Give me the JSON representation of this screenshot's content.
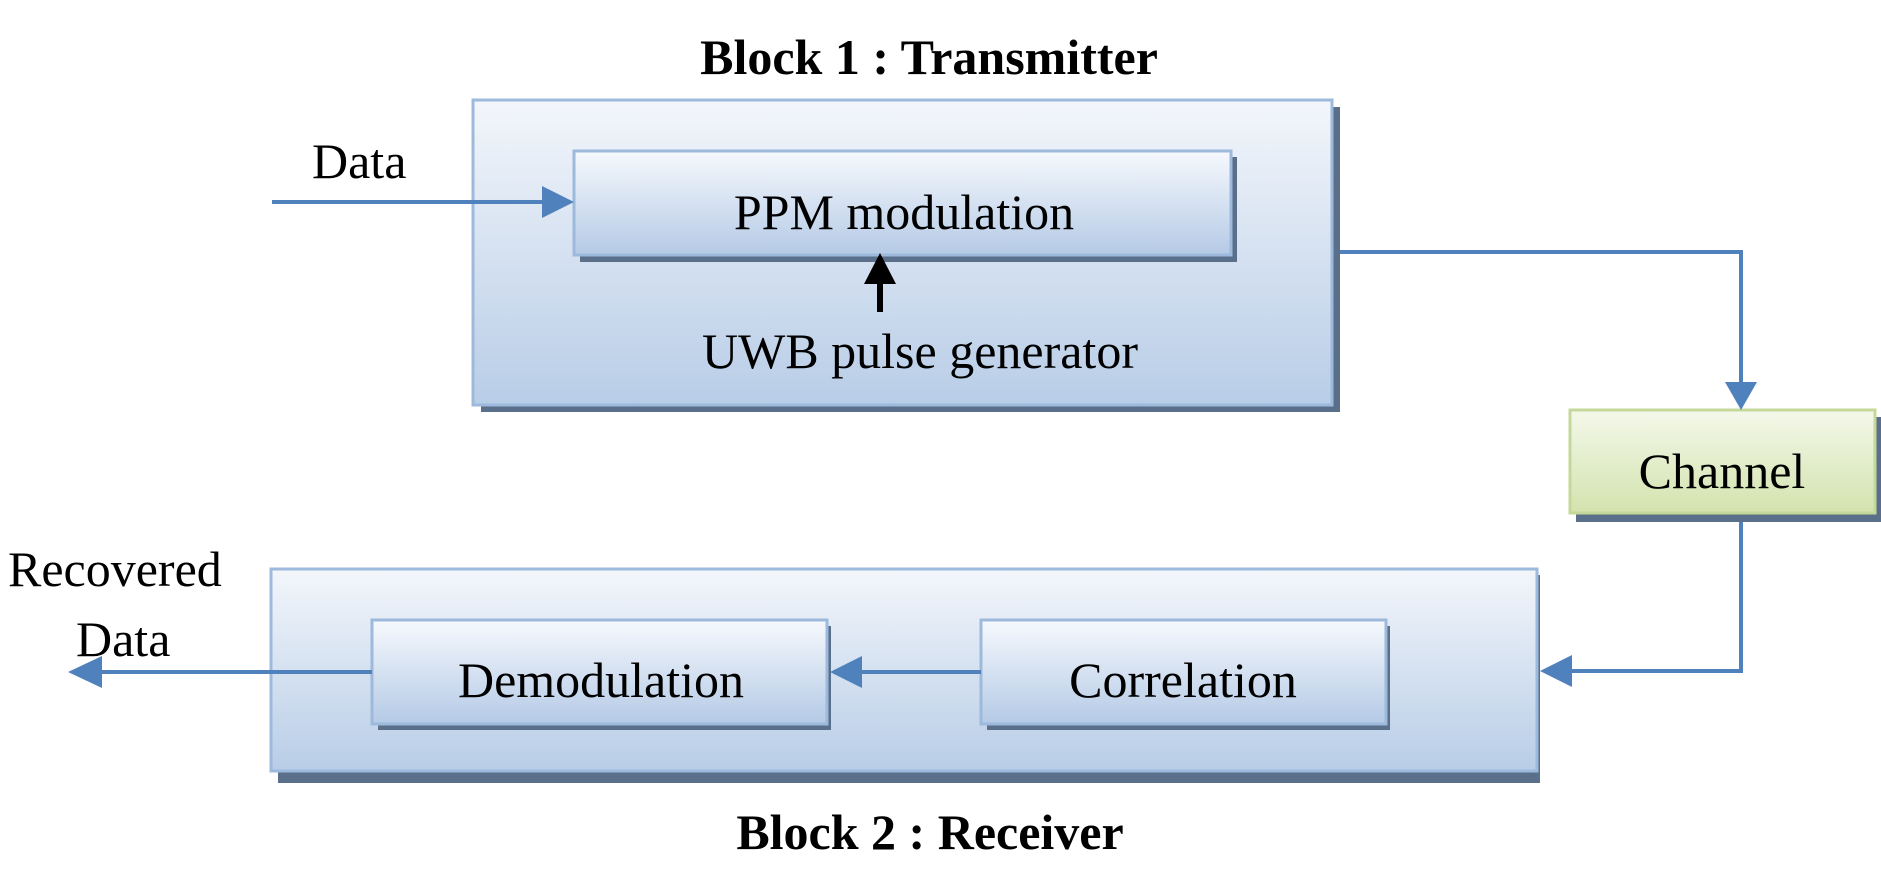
{
  "transmitter": {
    "title": "Block 1 : Transmitter",
    "input_label": "Data",
    "modulation_label": "PPM modulation",
    "pulse_generator_label": "UWB pulse generator"
  },
  "channel": {
    "label": "Channel"
  },
  "receiver": {
    "title": "Block 2 : Receiver",
    "correlation_label": "Correlation",
    "demodulation_label": "Demodulation",
    "output_label_line1": "Recovered",
    "output_label_line2": "Data"
  },
  "colors": {
    "block_border": "#9db9dc",
    "block_fill_top": "#f3f6fb",
    "block_fill_bottom": "#b8cde7",
    "channel_border": "#c4d89a",
    "channel_fill_top": "#f4f8ea",
    "channel_fill_bottom": "#d3e3ae",
    "connector": "#4f81bd",
    "shadow": "#5a6f8a"
  }
}
